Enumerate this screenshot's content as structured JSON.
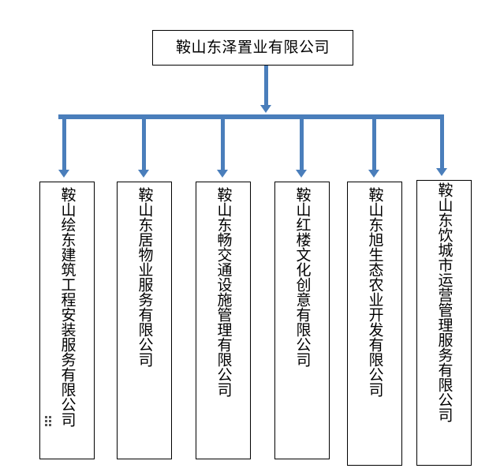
{
  "diagram": {
    "type": "organization-chart",
    "orientation": "top-down",
    "connector_color": "#4A7EBB",
    "box_border_color": "#000000",
    "background_color": "#FFFFFF",
    "text_color": "#000000",
    "text_direction": "vertical-children-horizontal-root",
    "root": {
      "label": "鞍山东泽置业有限公司"
    },
    "children": [
      {
        "label": "鞍山绘东建筑工程安装服务有限公司",
        "has_dot_marker": true
      },
      {
        "label": "鞍山东居物业服务有限公司",
        "has_dot_marker": false
      },
      {
        "label": "鞍山东畅交通设施管理有限公司",
        "has_dot_marker": false
      },
      {
        "label": "鞍山红楼文化创意有限公司",
        "has_dot_marker": false
      },
      {
        "label": "鞍山东旭生态农业开发有限公司",
        "has_dot_marker": false
      },
      {
        "label": "鞍山东饮城市运营管理服务有限公司",
        "has_dot_marker": false
      }
    ]
  }
}
